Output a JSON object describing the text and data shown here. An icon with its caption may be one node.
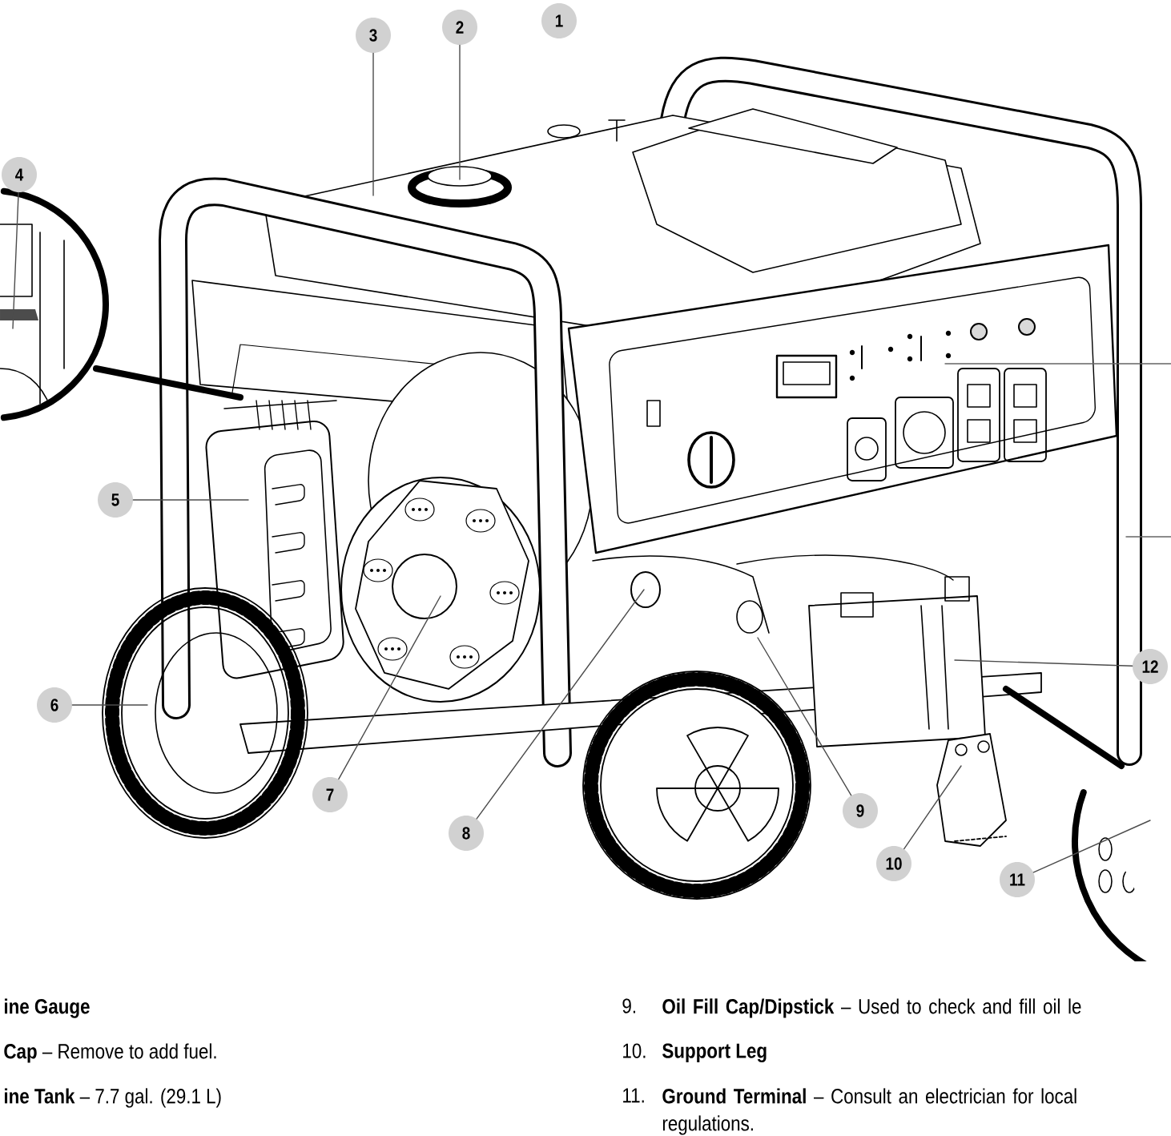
{
  "diagram": {
    "nodes": [
      {
        "text": [
          "1"
        ]
      },
      {
        "text": [
          "2"
        ]
      },
      {
        "text": [
          "3"
        ]
      },
      {
        "text": [
          "4"
        ]
      },
      {
        "text": [
          "5"
        ]
      },
      {
        "text": [
          "6"
        ]
      },
      {
        "text": [
          "7"
        ]
      },
      {
        "text": [
          "8"
        ]
      },
      {
        "text": [
          "9"
        ]
      },
      {
        "text": [
          "10"
        ]
      },
      {
        "text": [
          "11"
        ]
      },
      {
        "text": [
          "12"
        ]
      }
    ],
    "edges": [
      {
        "from": 1,
        "to": null,
        "arrow": "none"
      },
      {
        "from": 2,
        "to": null,
        "arrow": "none"
      },
      {
        "from": 3,
        "to": null,
        "arrow": "none"
      },
      {
        "from": 4,
        "to": null,
        "arrow": "none"
      },
      {
        "from": 5,
        "to": null,
        "arrow": "none"
      },
      {
        "from": 6,
        "to": null,
        "arrow": "none"
      },
      {
        "from": 7,
        "to": null,
        "arrow": "none"
      },
      {
        "from": 8,
        "to": null,
        "arrow": "none"
      },
      {
        "from": 9,
        "to": null,
        "arrow": "none"
      },
      {
        "from": 10,
        "to": null,
        "arrow": "none"
      },
      {
        "from": 11,
        "to": null,
        "arrow": "none"
      }
    ],
    "labels": [
      "ine Gauge",
      "9.",
      "**Oil Fill Cap/Dipstick** – Used to check and fill oil le",
      "**Cap** – Remove to add fuel.",
      "10.",
      "Support Leg",
      "**ine Tank** – 7.7 gal. (29.1 L)",
      "11.",
      "**Ground Terminal** – Consult an electrician for local regulations."
    ]
  }
}
